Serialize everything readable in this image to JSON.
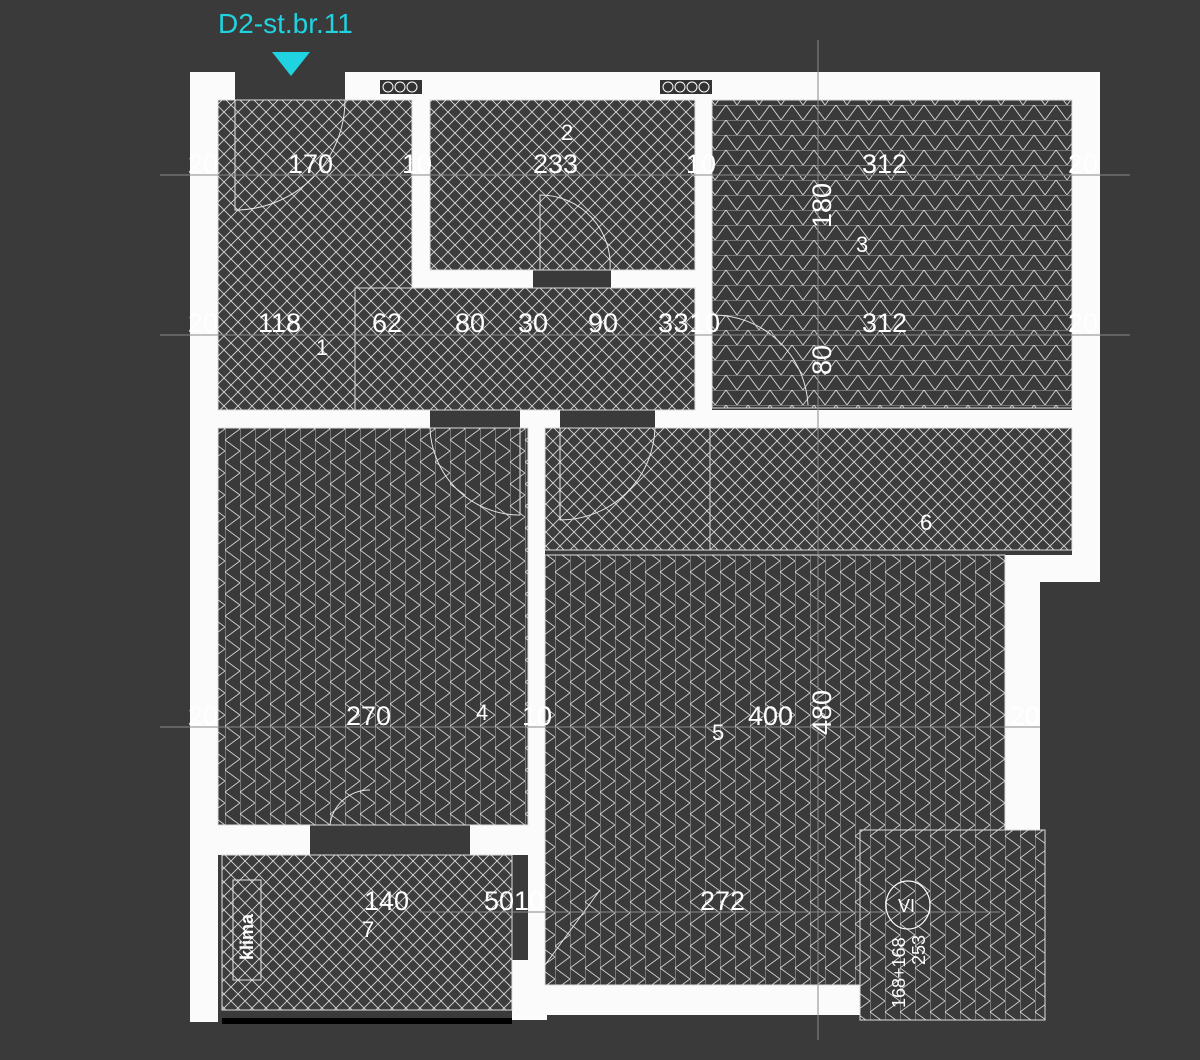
{
  "entrance": {
    "label": "D2-st.br.11",
    "marker_color": "#1fd3e0"
  },
  "colors": {
    "background": "#3a3a3a",
    "wall": "#fbfbfb",
    "hatch": "#dcdcdc"
  },
  "rooms": {
    "r1": "1",
    "r2": "2",
    "r3": "3",
    "r4": "4",
    "r5": "5",
    "r6": "6",
    "r7": "7"
  },
  "dimensions": {
    "d_170": "170",
    "d_10a": "10",
    "d_233": "233",
    "d_10b": "10",
    "d_312a": "312",
    "d_20a": "20",
    "d_20b": "20",
    "d_180": "180",
    "d_118": "118",
    "d_62": "62",
    "d_80": "80",
    "d_30": "30",
    "d_90": "90",
    "d_330": "3310",
    "d_312b": "312",
    "d_20c": "20",
    "d_20d": "20",
    "d_80v": "80",
    "d_270": "270",
    "d_20e": "20",
    "d_10c": "10",
    "d_400": "400",
    "d_480": "480",
    "d_20f": "20",
    "d_140": "140",
    "d_5010": "5010",
    "d_272": "272",
    "d_168": "168+168",
    "d_253": "253"
  },
  "labels": {
    "klima": "klima",
    "vi": "VI"
  }
}
